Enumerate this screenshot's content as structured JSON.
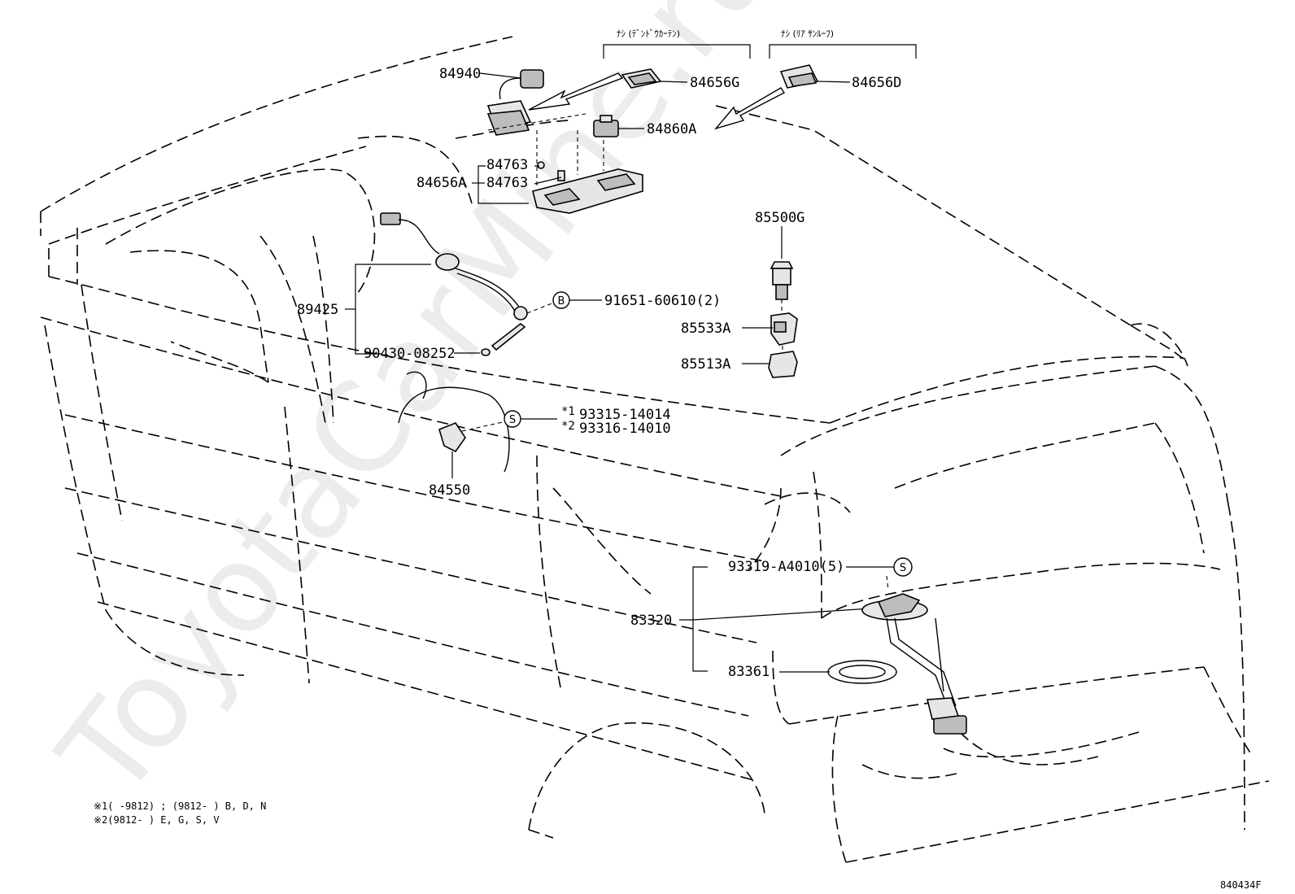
{
  "watermark": "ToyotaCarMine.ru",
  "header_no_curtain": "ﾅｼ (ﾃﾞﾝﾄﾞｳｶｰﾃﾝ)",
  "header_no_sunroof": "ﾅｼ (ﾘｱ ｻﾝﾙｰﾌ)",
  "parts": {
    "p84940": "84940",
    "p84656G": "84656G",
    "p84656D": "84656D",
    "p84860A": "84860A",
    "p84763a": "84763",
    "p84763b": "84763",
    "p84656A": "84656A",
    "p85500G": "85500G",
    "p89425": "89425",
    "p91651": "91651-60610(2)",
    "p85533A": "85533A",
    "p85513A": "85513A",
    "p90430": "90430-08252",
    "p93315": "93315-14014",
    "p93316": "93316-14010",
    "p84550": "84550",
    "p93319": "93319-A4010(5)",
    "p83320": "83320",
    "p83361": "83361"
  },
  "markers": {
    "b": "B",
    "s1": "S",
    "s2": "S",
    "star1": "*1",
    "star2": "*2"
  },
  "notes": {
    "line1": "※1(     -9812) ; (9812-       ) B, D, N",
    "line2": "※2(9812-       ) E, G, S, V"
  },
  "diagram_code": "840434F"
}
